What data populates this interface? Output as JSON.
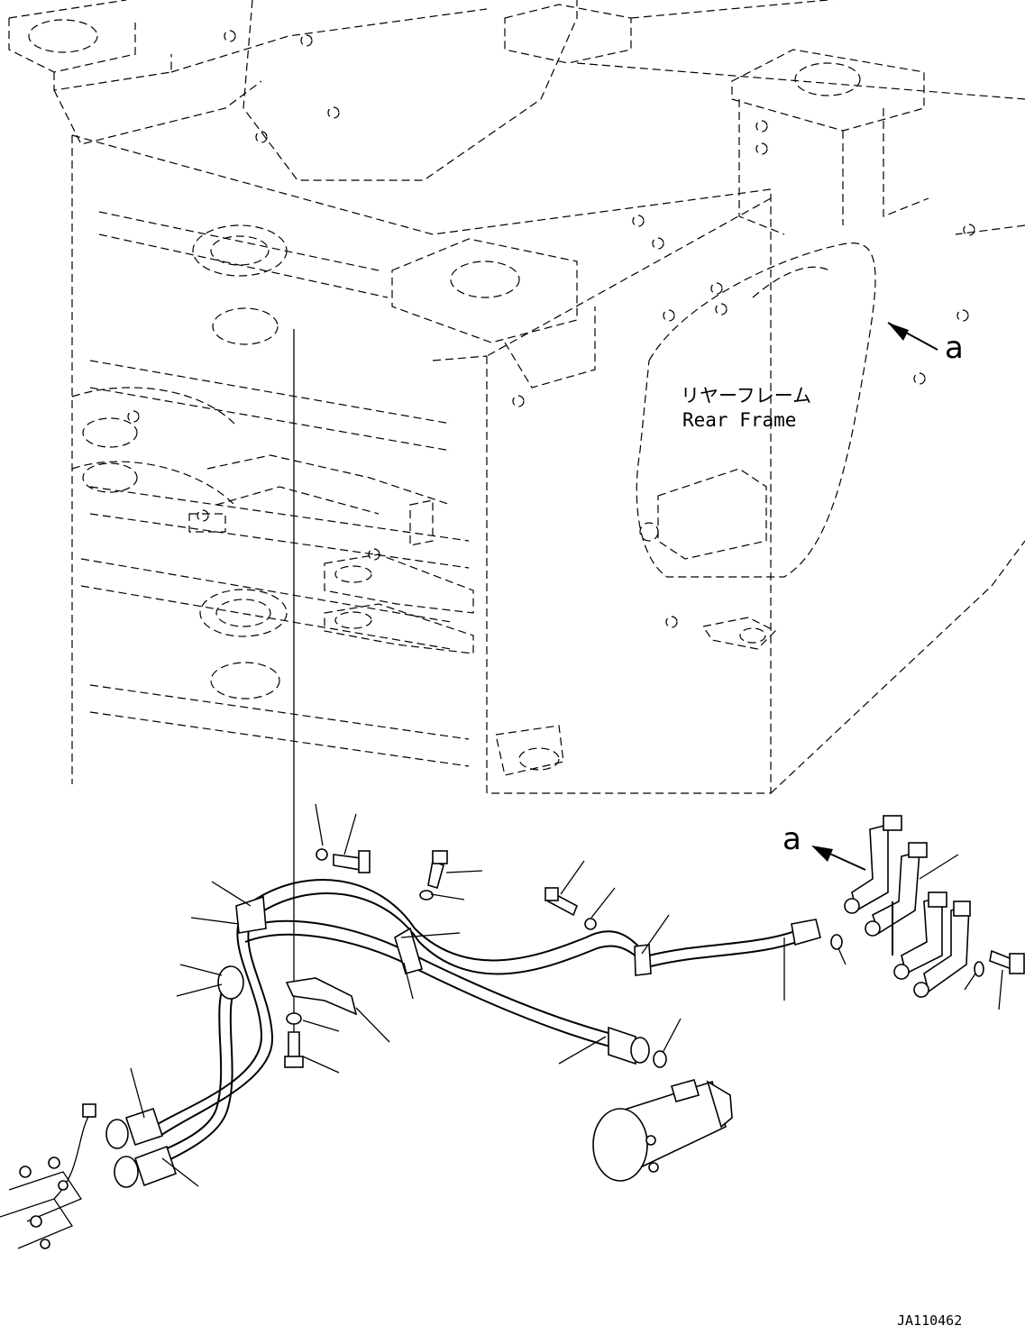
{
  "labels": {
    "frame_jp": "リヤーフレーム",
    "frame_en": "Rear Frame",
    "view_mark_top": "a",
    "view_mark_bottom": "a",
    "drawing_id": "JA110462"
  }
}
